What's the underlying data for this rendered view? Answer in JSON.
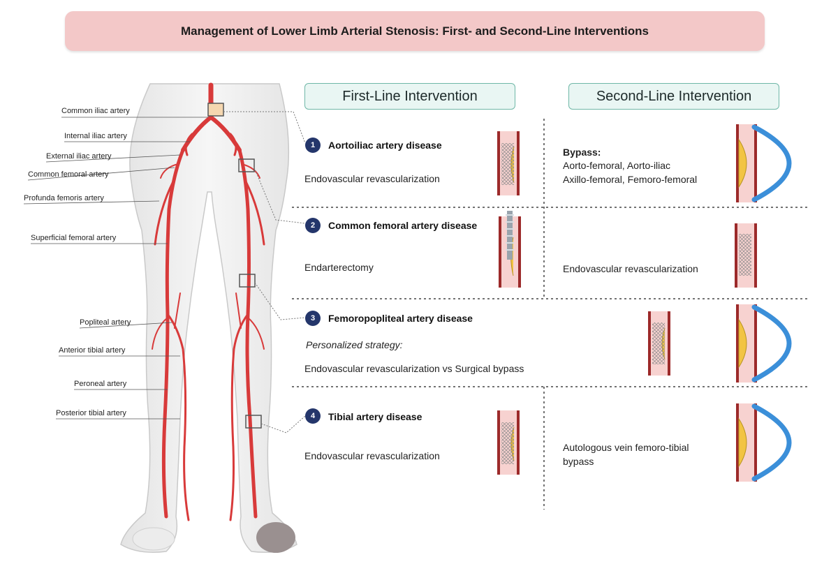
{
  "title": "Management of Lower Limb Arterial Stenosis: First- and Second-Line Interventions",
  "column_headers": {
    "first_line": "First-Line Intervention",
    "second_line": "Second-Line Intervention"
  },
  "anatomy_labels": [
    "Common iliac artery",
    "Internal iliac artery",
    "External iliac artery",
    "Common femoral artery",
    "Profunda femoris artery",
    "Superficial femoral artery",
    "Popliteal artery",
    "Anterior tibial artery",
    "Peroneal artery",
    "Posterior tibial artery"
  ],
  "rows": [
    {
      "number": "1",
      "disease": "Aortoiliac artery disease",
      "first_line": "Endovascular revascularization",
      "second_line_heading": "Bypass:",
      "second_line_lines": [
        "Aorto-femoral, Aorto-iliac",
        "Axillo-femoral, Femoro-femoral"
      ]
    },
    {
      "number": "2",
      "disease": "Common femoral artery disease",
      "first_line": "Endarterectomy",
      "second_line": "Endovascular revascularization"
    },
    {
      "number": "3",
      "disease": "Femoropopliteal artery disease",
      "strategy": "Personalized strategy:",
      "first_line": "Endovascular revascularization vs Surgical bypass"
    },
    {
      "number": "4",
      "disease": "Tibial artery disease",
      "first_line": "Endovascular revascularization",
      "second_line_lines": [
        "Autologous vein femoro-tibial",
        "bypass"
      ]
    }
  ],
  "colors": {
    "title_bg": "#f3c8c8",
    "header_bg": "#e9f6f3",
    "header_border": "#6fb7a7",
    "artery": "#d83a3a",
    "badge": "#24366b",
    "graft": "#3b8fd9",
    "plaque": "#f2c443"
  }
}
